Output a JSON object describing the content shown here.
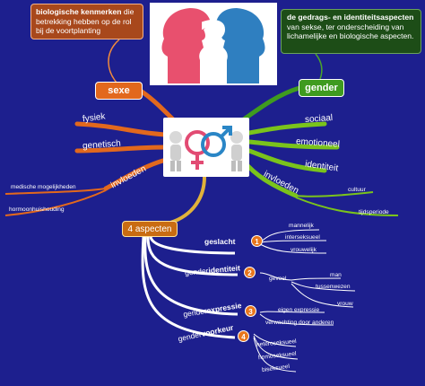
{
  "callouts": {
    "sexe": {
      "bold": "biologische kenmerken",
      "rest": " die betrekking hebben op de rol bij de voortplanting"
    },
    "gender": {
      "bold": "de gedrags- en identiteitsaspecten",
      "rest": " van sekse, ter onderscheiding van lichamelijke en biologische aspecten."
    }
  },
  "main": {
    "sexe": "sexe",
    "gender": "gender",
    "aspects": "4 aspecten"
  },
  "left_branches": [
    "fysiek",
    "genetisch",
    "invloeden"
  ],
  "left_influences": [
    "medische mogelijkheden",
    "hormoonhuishouding"
  ],
  "right_branches": [
    "sociaal",
    "emotioneel",
    "identiteit",
    "invloeden"
  ],
  "right_influences": [
    "cultuur",
    "tijdsperiode"
  ],
  "aspects": [
    {
      "number": "1",
      "prefix": "",
      "bold": "geslacht",
      "items": [
        "mannelijk",
        "interseksueel",
        "vrouwelijk"
      ]
    },
    {
      "number": "2",
      "prefix": "gender",
      "bold": "identiteit",
      "sub": "gevoel",
      "items": [
        "man",
        "tussenwezen",
        "vrouw"
      ]
    },
    {
      "number": "3",
      "prefix": "gender",
      "bold": "expressie",
      "items": [
        "eigen expressie",
        "verwachting door anderen"
      ]
    },
    {
      "number": "4",
      "prefix": "gender",
      "bold": "voorkeur",
      "items": [
        "heteroseksueel",
        "homoseksueel",
        "biseksueel"
      ]
    }
  ],
  "colors": {
    "background": "#1d1f8e",
    "sexe": "#e2681d",
    "gender": "#3f9b1f",
    "aspects": "#c96c12"
  },
  "icons": [
    "faces-question-mark-image",
    "gender-symbols-figures-image"
  ]
}
